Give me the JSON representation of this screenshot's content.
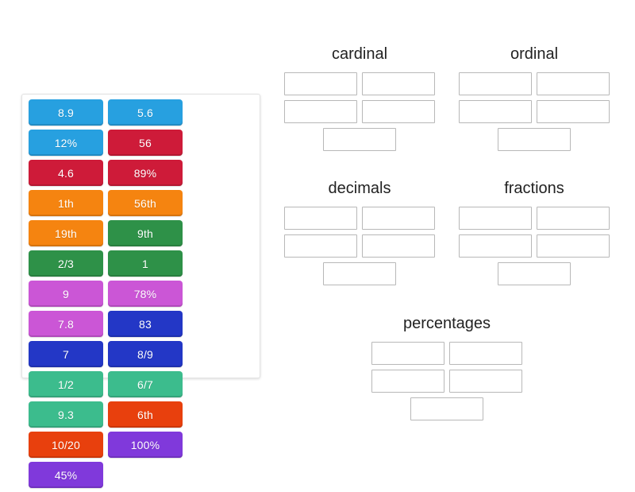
{
  "tile_bank": {
    "name": "word-tile-bank",
    "tiles": [
      {
        "label": "8.9",
        "color": "#27A0E0"
      },
      {
        "label": "5.6",
        "color": "#27A0E0"
      },
      {
        "label": "12%",
        "color": "#27A0E0"
      },
      {
        "label": "56",
        "color": "#CE1B39"
      },
      {
        "label": "4.6",
        "color": "#CE1B39"
      },
      {
        "label": "89%",
        "color": "#CE1B39"
      },
      {
        "label": "1th",
        "color": "#F58410"
      },
      {
        "label": "56th",
        "color": "#F58410"
      },
      {
        "label": "19th",
        "color": "#F58410"
      },
      {
        "label": "9th",
        "color": "#2E9148"
      },
      {
        "label": "2/3",
        "color": "#2E9148"
      },
      {
        "label": "1",
        "color": "#2E9148"
      },
      {
        "label": "9",
        "color": "#CB56D6"
      },
      {
        "label": "78%",
        "color": "#CB56D6"
      },
      {
        "label": "7.8",
        "color": "#CB56D6"
      },
      {
        "label": "83",
        "color": "#2337C6"
      },
      {
        "label": "7",
        "color": "#2337C6"
      },
      {
        "label": "8/9",
        "color": "#2337C6"
      },
      {
        "label": "1/2",
        "color": "#3CBC8D"
      },
      {
        "label": "6/7",
        "color": "#3CBC8D"
      },
      {
        "label": "9.3",
        "color": "#3CBC8D"
      },
      {
        "label": "6th",
        "color": "#E8400D"
      },
      {
        "label": "10/20",
        "color": "#E8400D"
      },
      {
        "label": "100%",
        "color": "#8039DB"
      },
      {
        "label": "45%",
        "color": "#8039DB"
      }
    ]
  },
  "categories": [
    {
      "title": "cardinal",
      "slot_count": 5
    },
    {
      "title": "ordinal",
      "slot_count": 5
    },
    {
      "title": "decimals",
      "slot_count": 5
    },
    {
      "title": "fractions",
      "slot_count": 5
    },
    {
      "title": "percentages",
      "slot_count": 5
    }
  ]
}
